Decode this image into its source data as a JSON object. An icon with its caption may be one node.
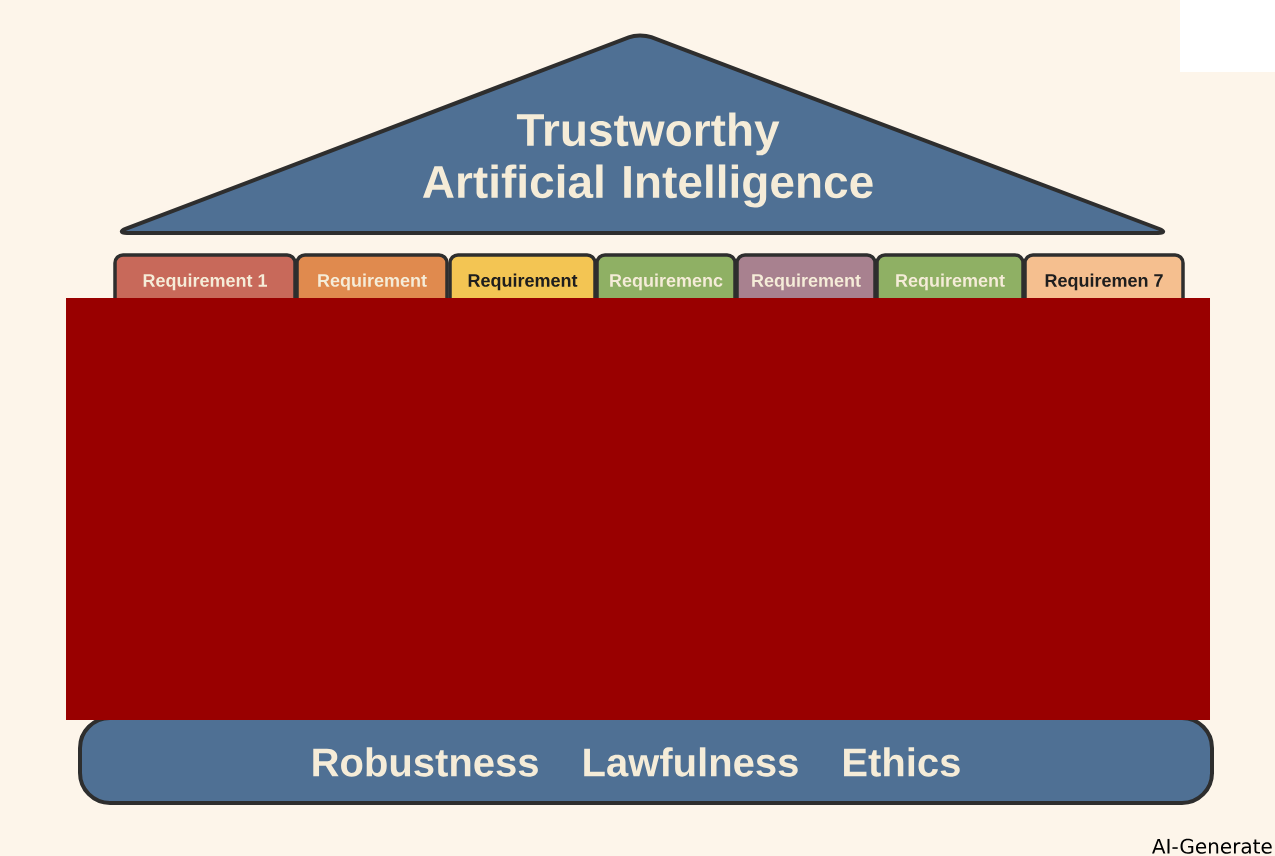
{
  "diagram": {
    "nodes": [
      {
        "text": [
          "Trustworthy Artificial Intelligence"
        ]
      },
      {
        "text": [
          "Requirement 1"
        ]
      },
      {
        "text": [
          "Requirement"
        ]
      },
      {
        "text": [
          "Requirement"
        ]
      },
      {
        "text": [
          "Requiremenc"
        ]
      },
      {
        "text": [
          "Requirement"
        ]
      },
      {
        "text": [
          "Requirement"
        ]
      },
      {
        "text": [
          "Requiremen 7"
        ]
      },
      {
        "text": [
          "Robustness",
          "Lawfulness",
          "Ethics"
        ]
      }
    ],
    "labels": [
      "AI-Generate"
    ]
  }
}
